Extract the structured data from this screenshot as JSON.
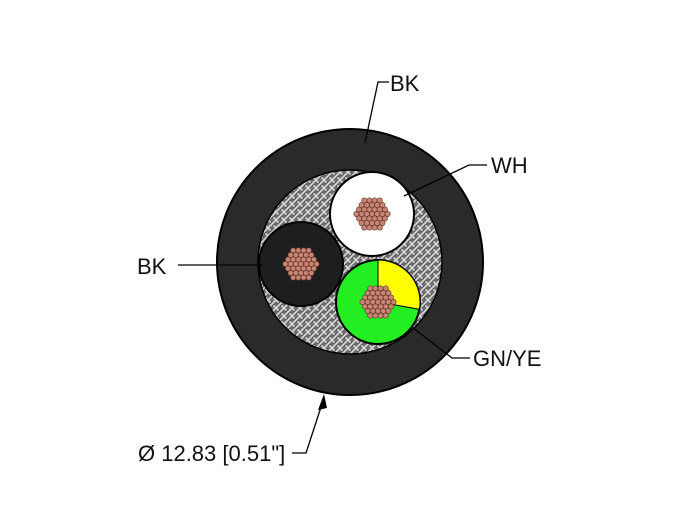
{
  "labels": {
    "jacket": "BK",
    "conductor_white": "WH",
    "conductor_black": "BK",
    "conductor_ground": "GN/YE",
    "diameter": "Ø 12.83 [0.51\"]"
  },
  "colors": {
    "jacket": "#2a2a2a",
    "shield": "#777777",
    "conductor_white": "#ffffff",
    "conductor_black": "#1e1e1e",
    "ground_green": "#22ee22",
    "ground_yellow": "#ffff00",
    "copper": "#c98674"
  }
}
